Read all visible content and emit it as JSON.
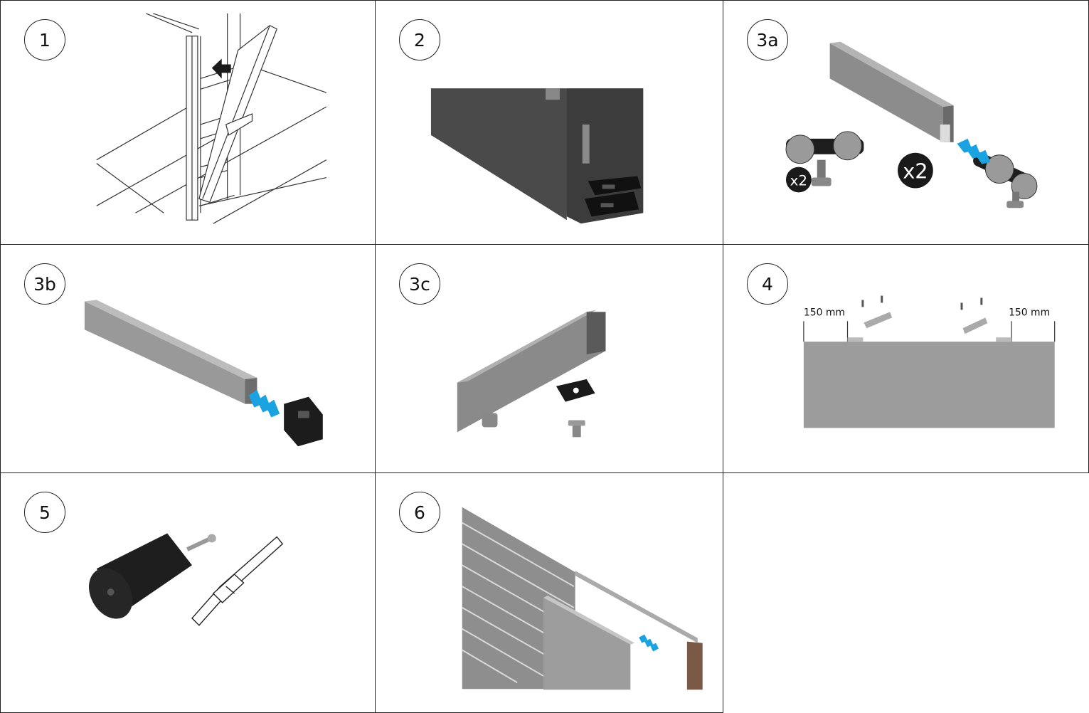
{
  "steps": [
    {
      "id": "1",
      "label": "1"
    },
    {
      "id": "2",
      "label": "2"
    },
    {
      "id": "3a",
      "label": "3a"
    },
    {
      "id": "3b",
      "label": "3b"
    },
    {
      "id": "3c",
      "label": "3c"
    },
    {
      "id": "4",
      "label": "4"
    },
    {
      "id": "5",
      "label": "5"
    },
    {
      "id": "6",
      "label": "6"
    }
  ],
  "step3a": {
    "qty_small": "x2",
    "qty_large": "x2"
  },
  "step4": {
    "left_dimension": "150 mm",
    "right_dimension": "150 mm"
  },
  "colors": {
    "accent_arrow": "#1aa3e0",
    "panel_grey": "#9a9a9a",
    "dark_part": "#1c1c1c"
  }
}
